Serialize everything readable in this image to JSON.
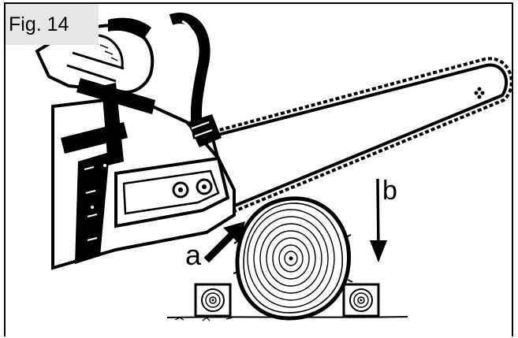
{
  "figure": {
    "label": "Fig. 14",
    "marker_a": "a",
    "marker_b": "b"
  },
  "icons": {
    "saw": "chainsaw-icon",
    "hand": "hand-icon",
    "log": "log-icon",
    "supports": "support-block-icon",
    "arrow_a": "arrow-up-right-icon",
    "arrow_b": "arrow-down-icon"
  },
  "colors": {
    "ink": "#000000",
    "label_bg": "#e6e6e6",
    "paper": "#ffffff"
  }
}
